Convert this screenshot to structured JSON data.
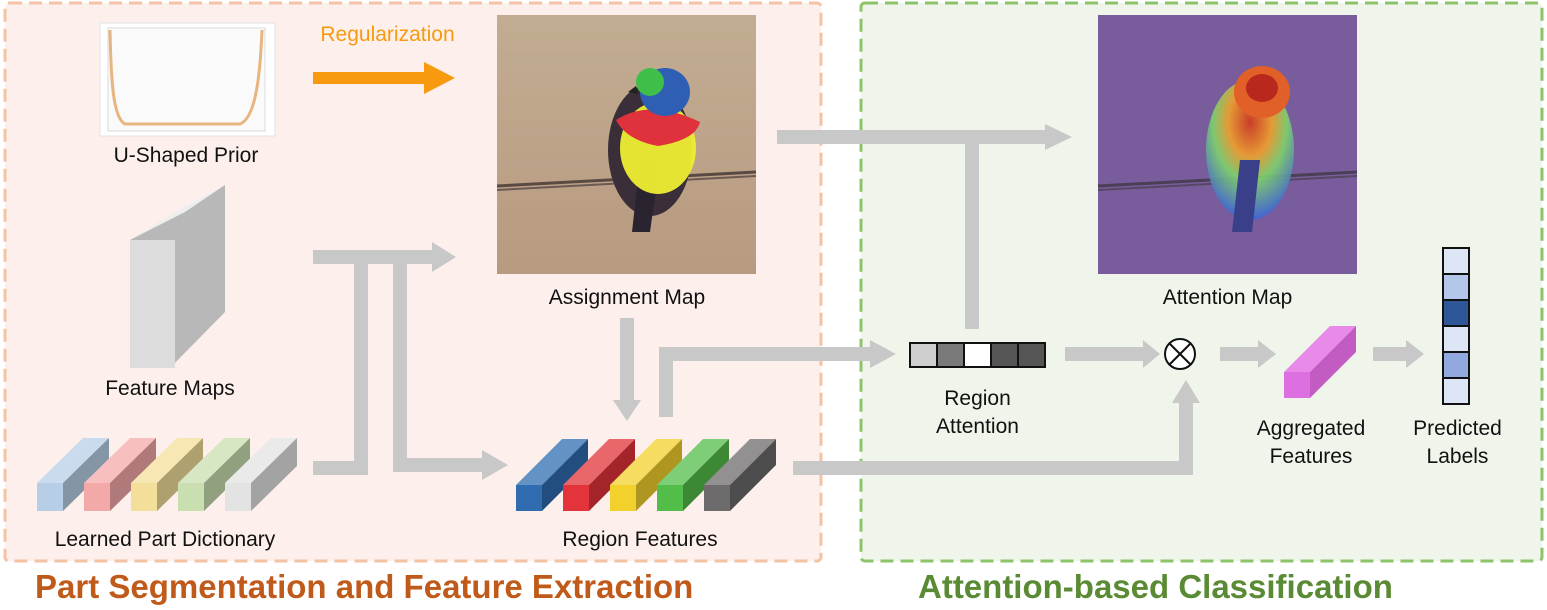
{
  "colors": {
    "left_panel_bg": "#fdf0ec",
    "left_panel_border": "#f4c2a4",
    "right_panel_bg": "#f0f5ec",
    "right_panel_border": "#8dc46a",
    "arrow_gray": "#c8c8c8",
    "regularization_orange": "#f79a10",
    "left_title_color": "#c05a1a",
    "right_title_color": "#5a8a33"
  },
  "labels": {
    "u_shaped_prior": "U-Shaped Prior",
    "regularization": "Regularization",
    "feature_maps": "Feature Maps",
    "learned_part_dictionary": "Learned Part Dictionary",
    "assignment_map": "Assignment Map",
    "region_features": "Region Features",
    "region_attention_line1": "Region",
    "region_attention_line2": "Attention",
    "attention_map": "Attention Map",
    "aggregated_line1": "Aggregated",
    "aggregated_line2": "Features",
    "predicted_line1": "Predicted",
    "predicted_line2": "Labels"
  },
  "sections": {
    "left_title": "Part Segmentation and Feature Extraction",
    "right_title": "Attention-based Classification"
  },
  "operators": {
    "multiply_symbol": "⊗"
  },
  "dictionary_part_colors": [
    "#b7cfe6",
    "#f4a9a9",
    "#f3df9a",
    "#c9dfb0",
    "#e3e3e3"
  ],
  "region_feature_colors": [
    "#2f6db0",
    "#e2343a",
    "#f3d12c",
    "#53bd4a",
    "#6d6b6b"
  ],
  "region_attention_cells": [
    "#cfcfcf",
    "#7a7a7a",
    "#ffffff",
    "#555555",
    "#555555"
  ],
  "predicted_label_cells": [
    "#dde6f5",
    "#b4c7ea",
    "#2f5697",
    "#dde6f5",
    "#91a9dc",
    "#dde6f5"
  ]
}
